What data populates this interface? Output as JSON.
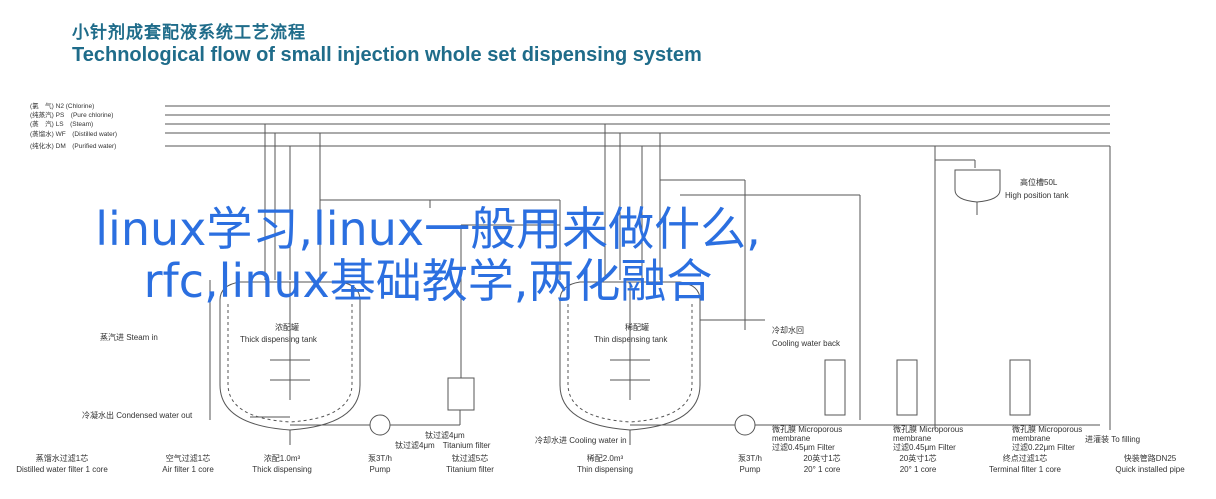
{
  "header": {
    "title_cn": "小针剂成套配液系统工艺流程",
    "title_en": "Technological flow of small injection whole set dispensing system"
  },
  "overlay": {
    "line1": "linux学习,linux一般用来做什么,",
    "line2": "rfc,linux基础教学,两化融合"
  },
  "legend": [
    "(氯　气) N2 (Chlorine)",
    "(纯蒸汽) PS　(Pure chlorine)",
    "(蒸　汽) LS　(Steam)",
    "(蒸馏水) WF　(Distilled water)",
    "(纯化水) DM　(Purified water)"
  ],
  "labels": {
    "steam_in": "蒸汽进 Steam in",
    "thick_tank": "浓配罐",
    "thick_tank_en": "Thick dispensing tank",
    "thin_tank": "稀配罐",
    "thin_tank_en": "Thin dispensing tank",
    "condensed_out": "冷凝水出 Condensed water out",
    "titanium_filter": "钛过滤4μm",
    "titanium_filter_en": "钛过滤4μm　Titanium filter",
    "cooling_in": "冷却水进 Cooling water in",
    "cooling_back": "冷却水回",
    "cooling_back_en": "Cooling water back",
    "high_tank": "高位槽50L",
    "high_tank_en": "High position tank",
    "to_filling": "进灌装 To filling",
    "membrane1": "微孔膜 Microporous",
    "membrane1_en": "membrane",
    "membrane1_f": "过滤0.45μm Filter",
    "membrane2": "微孔膜 Microporous",
    "membrane2_en": "membrane",
    "membrane2_f": "过滤0.45μm Filter",
    "membrane3": "微孔膜 Microporous",
    "membrane3_en": "membrane",
    "membrane3_f": "过滤0.22μm Filter"
  },
  "bottom_labels": [
    {
      "cn": "蒸馏水过滤1芯",
      "en": "Distilled water filter 1 core"
    },
    {
      "cn": "空气过滤1芯",
      "en": "Air filter 1 core"
    },
    {
      "cn": "浓配1.0m³",
      "en": "Thick dispensing"
    },
    {
      "cn": "泵3T/h",
      "en": "Pump"
    },
    {
      "cn": "钛过滤5芯",
      "en": "Titanium filter"
    },
    {
      "cn": "稀配2.0m³",
      "en": "Thin dispensing"
    },
    {
      "cn": "泵3T/h",
      "en": "Pump"
    },
    {
      "cn": "20英寸1芯",
      "en": "20° 1 core"
    },
    {
      "cn": "20英寸1芯",
      "en": "20° 1 core"
    },
    {
      "cn": "终点过滤1芯",
      "en": "Terminal filter 1 core"
    },
    {
      "cn": "快装管路DN25",
      "en": "Quick installed pipe"
    }
  ],
  "colors": {
    "title": "#1f6c8a",
    "overlay": "#2b6fe0",
    "line": "#555555"
  }
}
